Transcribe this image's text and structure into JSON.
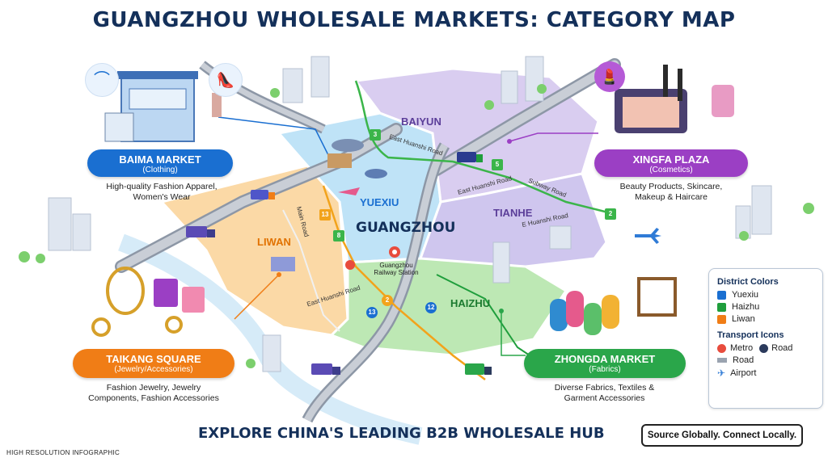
{
  "title": "GUANGZHOU WHOLESALE MARKETS: CATEGORY MAP",
  "city_label": "GUANGZHOU",
  "districts": {
    "baiyun": "BAIYUN",
    "yuexiu": "YUEXIU",
    "tianhe": "TIANHE",
    "liwan": "LIWAN",
    "haizhu": "HAIZHU"
  },
  "district_colors": {
    "baiyun": "#d9cdf0",
    "yuexiu": "#bfe3f7",
    "tianhe": "#cfc6ee",
    "liwan": "#fbd9a6",
    "haizhu": "#bde8b4"
  },
  "roads": {
    "east_huanshi_top": "East Huanshi Road",
    "east_huanshi_mid": "East Huanshi Road",
    "east_huanshi_tianhe": "E Huanshi Road",
    "east_huanshi_liwan": "East Huanshi Road",
    "subway_road": "Subway Road",
    "main_road": "Main Road"
  },
  "station_label": "Guangzhou Railway Station",
  "metro_numbers": {
    "m3": "3",
    "m5": "5",
    "m2": "2",
    "m13a": "13",
    "m8": "8",
    "m2b": "2",
    "m13b": "13",
    "m12": "12"
  },
  "markets": {
    "baima": {
      "name": "BAIMA MARKET",
      "category": "(Clothing)",
      "desc1": "High-quality Fashion Apparel,",
      "desc2": "Women's Wear",
      "color": "#1a6fd1"
    },
    "xingfa": {
      "name": "XINGFA PLAZA",
      "category": "(Cosmetics)",
      "desc1": "Beauty Products, Skincare,",
      "desc2": "Makeup & Haircare",
      "color": "#9b3fc4"
    },
    "taikang": {
      "name": "TAIKANG SQUARE",
      "category": "(Jewelry/Accessories)",
      "desc1": "Fashion Jewelry, Jewelry",
      "desc2": "Components, Fashion Accessories",
      "color": "#f07d16"
    },
    "zhongda": {
      "name": "ZHONGDA MARKET",
      "category": "(Fabrics)",
      "desc1": "Diverse Fabrics, Textiles &",
      "desc2": "Garment Accessories",
      "color": "#2aa64a"
    }
  },
  "legend": {
    "district_heading": "District Colors",
    "districts": [
      {
        "label": "Yuexiu",
        "color": "#1a6fd1"
      },
      {
        "label": "Haizhu",
        "color": "#1f9e3c"
      },
      {
        "label": "Liwan",
        "color": "#f07d16"
      }
    ],
    "transport_heading": "Transport Icons",
    "metro": "Metro",
    "road_inline": "Road",
    "road": "Road",
    "airport": "Airport"
  },
  "explore": "EXPLORE CHINA'S LEADING B2B WHOLESALE HUB",
  "slogan": "Source Globally. Connect Locally.",
  "footer": "HIGH RESOLUTION INFOGRAPHIC"
}
